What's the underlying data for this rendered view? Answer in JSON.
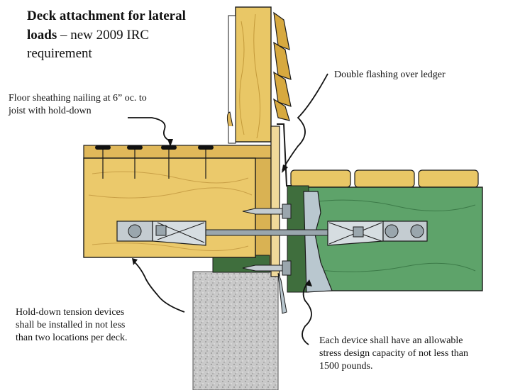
{
  "title": {
    "bold_part": "Deck attachment for lateral loads",
    "dash": " – ",
    "rest": "new 2009 IRC requirement"
  },
  "labels": {
    "flashing": "Double flashing over ledger",
    "sheathing_line1": "Floor sheathing nailing at 6” oc. to",
    "sheathing_line2": "joist with hold-down",
    "holddown_line1": "Hold-down tension devices",
    "holddown_line2": "shall be installed in not less",
    "holddown_line3": "than two locations per deck.",
    "capacity_line1": "Each device shall have an allowable",
    "capacity_line2": "stress design capacity of not less than",
    "capacity_line3": "1500 pounds."
  },
  "colors": {
    "house_wood": "#e9c766",
    "deck_wood": "#5ea36a",
    "deck_wood_dark": "#3f6e3d",
    "concrete": "#c9c9c9",
    "metal": "#b9c7cf",
    "outline": "#1a1a1a"
  }
}
